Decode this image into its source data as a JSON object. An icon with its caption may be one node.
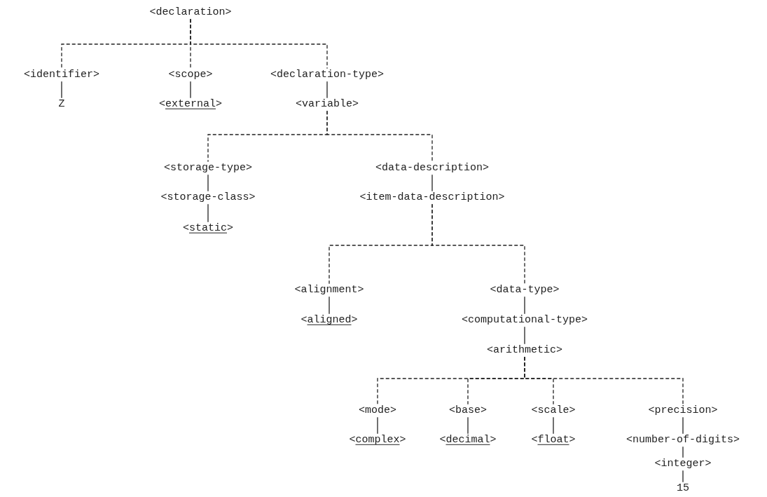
{
  "diagram": {
    "nodes": [
      {
        "text": [
          "<declaration>"
        ]
      },
      {
        "text": [
          "<identifier>"
        ]
      },
      {
        "text": [
          "<scope>"
        ]
      },
      {
        "text": [
          "<declaration-type>"
        ]
      },
      {
        "text": [
          "Z"
        ]
      },
      {
        "text": [
          "<external>"
        ]
      },
      {
        "text": [
          "<variable>"
        ]
      },
      {
        "text": [
          "<storage-type>"
        ]
      },
      {
        "text": [
          "<data-description>"
        ]
      },
      {
        "text": [
          "<storage-class>"
        ]
      },
      {
        "text": [
          "<item-data-description>"
        ]
      },
      {
        "text": [
          "<static>"
        ]
      },
      {
        "text": [
          "<alignment>"
        ]
      },
      {
        "text": [
          "<data-type>"
        ]
      },
      {
        "text": [
          "<aligned>"
        ]
      },
      {
        "text": [
          "<computational-type>"
        ]
      },
      {
        "text": [
          "<arithmetic>"
        ]
      },
      {
        "text": [
          "<mode>"
        ]
      },
      {
        "text": [
          "<base>"
        ]
      },
      {
        "text": [
          "<scale>"
        ]
      },
      {
        "text": [
          "<precision>"
        ]
      },
      {
        "text": [
          "<complex>"
        ]
      },
      {
        "text": [
          "<decimal>"
        ]
      },
      {
        "text": [
          "<float>"
        ]
      },
      {
        "text": [
          "<number-of-digits>"
        ]
      },
      {
        "text": [
          "<integer>"
        ]
      },
      {
        "text": [
          "15"
        ]
      }
    ],
    "edges": [
      {
        "from": 0,
        "to": 1,
        "arrow": "none",
        "style": "dashed"
      },
      {
        "from": 0,
        "to": 2,
        "arrow": "none",
        "style": "dashed"
      },
      {
        "from": 0,
        "to": 3,
        "arrow": "none",
        "style": "dashed"
      },
      {
        "from": 1,
        "to": 4,
        "arrow": "none"
      },
      {
        "from": 2,
        "to": 5,
        "arrow": "none"
      },
      {
        "from": 3,
        "to": 6,
        "arrow": "none"
      },
      {
        "from": 6,
        "to": 7,
        "arrow": "none",
        "style": "dashed"
      },
      {
        "from": 6,
        "to": 8,
        "arrow": "none",
        "style": "dashed"
      },
      {
        "from": 7,
        "to": 9,
        "arrow": "none"
      },
      {
        "from": 8,
        "to": 10,
        "arrow": "none"
      },
      {
        "from": 9,
        "to": 11,
        "arrow": "none"
      },
      {
        "from": 10,
        "to": 12,
        "arrow": "none",
        "style": "dashed"
      },
      {
        "from": 10,
        "to": 13,
        "arrow": "none",
        "style": "dashed"
      },
      {
        "from": 12,
        "to": 14,
        "arrow": "none"
      },
      {
        "from": 13,
        "to": 15,
        "arrow": "none"
      },
      {
        "from": 15,
        "to": 16,
        "arrow": "none"
      },
      {
        "from": 16,
        "to": 17,
        "arrow": "none",
        "style": "dashed"
      },
      {
        "from": 16,
        "to": 18,
        "arrow": "none",
        "style": "dashed"
      },
      {
        "from": 16,
        "to": 19,
        "arrow": "none",
        "style": "dashed"
      },
      {
        "from": 16,
        "to": 20,
        "arrow": "none",
        "style": "dashed"
      },
      {
        "from": 17,
        "to": 21,
        "arrow": "none"
      },
      {
        "from": 18,
        "to": 22,
        "arrow": "none"
      },
      {
        "from": 19,
        "to": 23,
        "arrow": "none"
      },
      {
        "from": 20,
        "to": 24,
        "arrow": "none"
      },
      {
        "from": 24,
        "to": 25,
        "arrow": "none"
      },
      {
        "from": 25,
        "to": 26,
        "arrow": "none"
      }
    ]
  }
}
